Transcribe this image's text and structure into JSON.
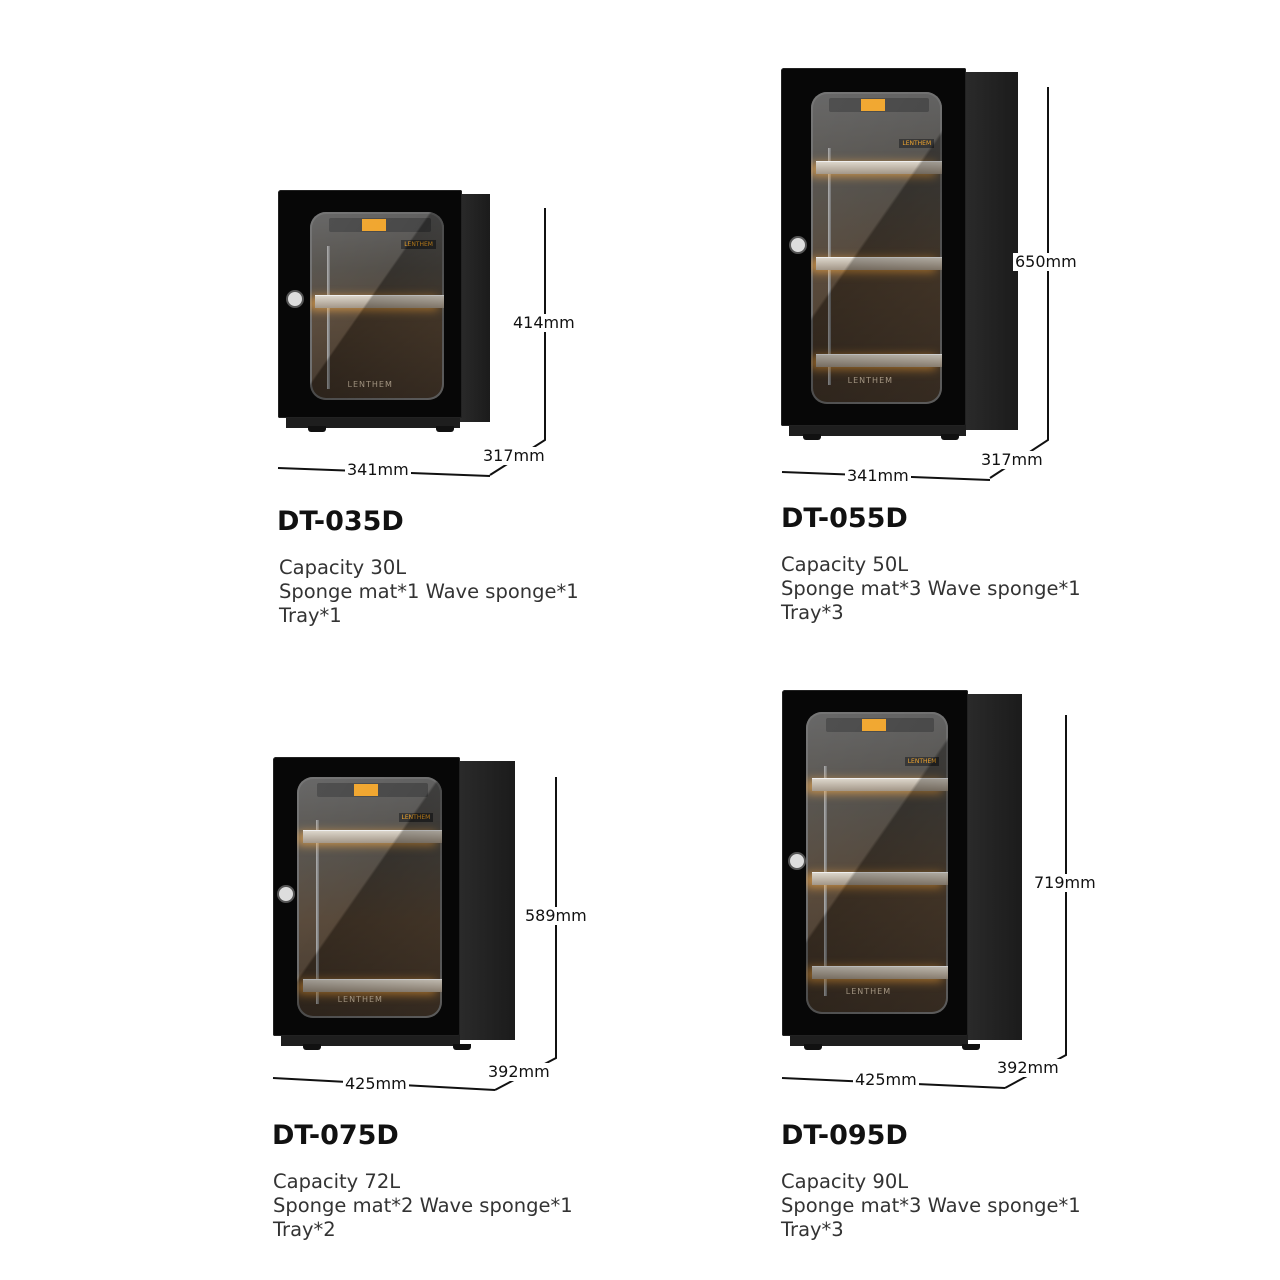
{
  "brand_logo": "LENTHEM",
  "colors": {
    "display": "#f0a020",
    "cabinet": "#070707",
    "text": "#333333"
  },
  "products": [
    {
      "model": "DT-035D",
      "height": "414mm",
      "depth": "317mm",
      "width": "341mm",
      "specs": [
        "Capacity 30L",
        "Sponge mat*1 Wave sponge*1",
        "Tray*1"
      ],
      "trays": 1
    },
    {
      "model": "DT-055D",
      "height": "650mm",
      "depth": "317mm",
      "width": "341mm",
      "specs": [
        "Capacity 50L",
        "Sponge mat*3 Wave sponge*1",
        "Tray*3"
      ],
      "trays": 3
    },
    {
      "model": "DT-075D",
      "height": "589mm",
      "depth": "392mm",
      "width": "425mm",
      "specs": [
        "Capacity 72L",
        "Sponge mat*2 Wave sponge*1",
        "Tray*2"
      ],
      "trays": 2
    },
    {
      "model": "DT-095D",
      "height": "719mm",
      "depth": "392mm",
      "width": "425mm",
      "specs": [
        "Capacity 90L",
        "Sponge mat*3 Wave sponge*1",
        "Tray*3"
      ],
      "trays": 3
    }
  ]
}
